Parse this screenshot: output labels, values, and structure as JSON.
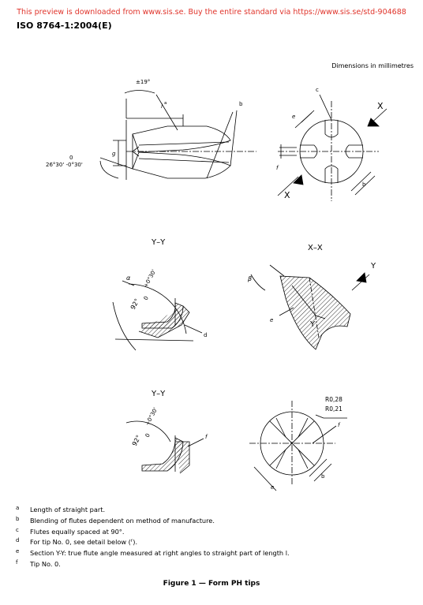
{
  "preview_banner": "This preview is downloaded from www.sis.se. Buy the entire standard via https://www.sis.se/std-904688",
  "document_id": "ISO 8764-1:2004(E)",
  "dimensions_note": "Dimensions in millimetres",
  "figure": {
    "labels": {
      "angle_top": "±19°",
      "length_a": "l",
      "length_a_sup": "a",
      "b": "b",
      "c": "c",
      "e": "e",
      "f": "f",
      "d": "d",
      "g": "g",
      "zero": "0",
      "angle_main": "26°30' -0°30'",
      "x_mark": "X",
      "y_mark": "Y",
      "section_yy": "Y–Y",
      "section_xx": "X–X",
      "alpha": "α",
      "beta": "β",
      "angle_92": "92° ",
      "angle_92_tol": "+0°30'",
      "angle_92_zero": "0",
      "r1": "R0,28",
      "r2": "R0,21"
    }
  },
  "notes": [
    {
      "key": "a",
      "text": "Length of straight part."
    },
    {
      "key": "b",
      "text": "Blending of flutes dependent on method of manufacture."
    },
    {
      "key": "c",
      "text": "Flutes equally spaced at 90°."
    },
    {
      "key": "d",
      "text": "For tip No. 0, see detail below (ᶠ)."
    },
    {
      "key": "e",
      "text": "Section Y-Y: true flute angle measured at right angles to straight part of length l."
    },
    {
      "key": "f",
      "text": "Tip No. 0."
    }
  ],
  "caption": "Figure 1 — Form PH tips"
}
